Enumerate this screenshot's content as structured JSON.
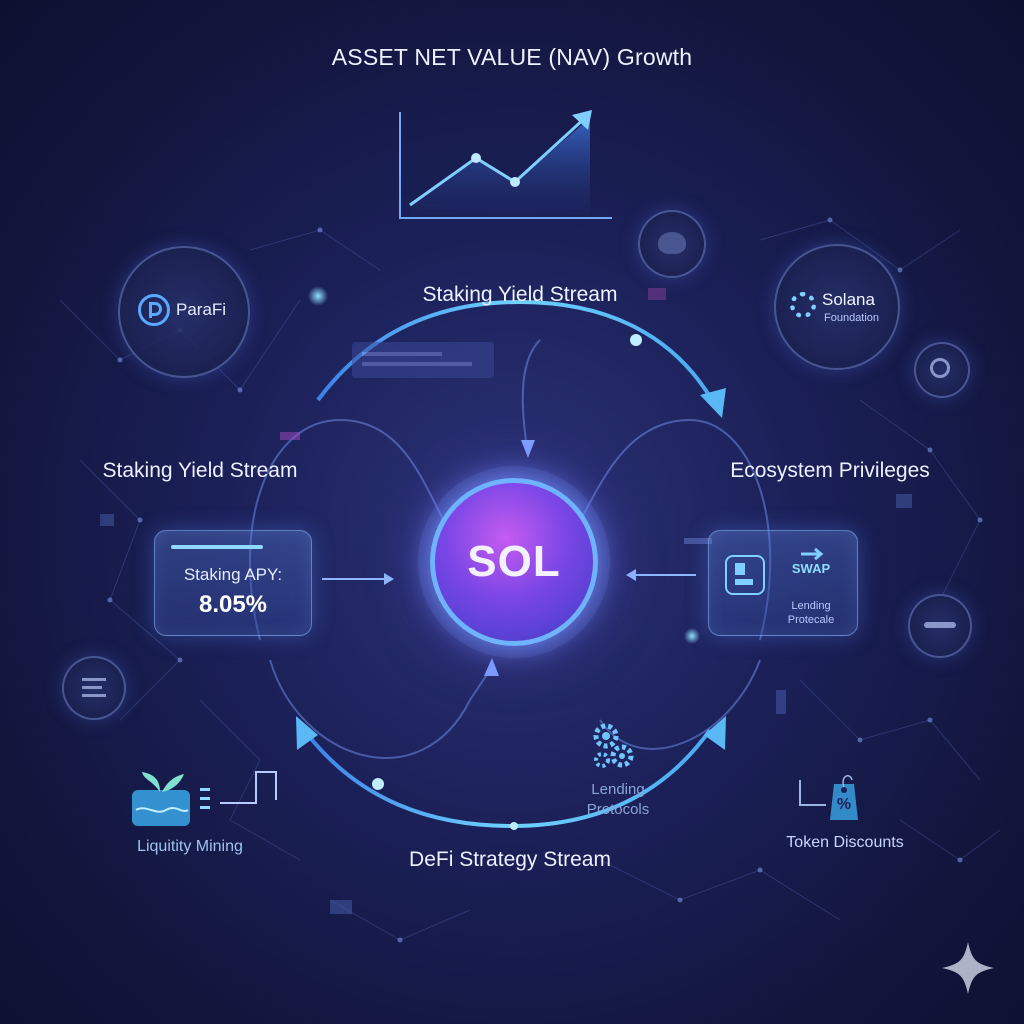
{
  "title": "ASSET NET VALUE (NAV) Growth",
  "streams": {
    "top_arc": "Staking Yield Stream",
    "left_label": "Staking Yield Stream",
    "right_label": "Ecosystem Privileges",
    "bottom_label": "DeFi Strategy Stream"
  },
  "center": {
    "token": "SOL"
  },
  "staking_card": {
    "label": "Staking APY:",
    "value": "8.05%"
  },
  "privileges_card": {
    "swap": "SWAP",
    "lending": "Lending Protecale"
  },
  "partners": {
    "parafi": "ParaFi",
    "solana": "Solana",
    "solana_sub": "Foundation"
  },
  "items": {
    "liquidity_mining": "Liquitity Mining",
    "lending_protocols": "Lending Protocols",
    "token_discounts": "Token Discounts",
    "discount_symbol": "%"
  },
  "colors": {
    "accent": "#4fc3f7",
    "sol_gradient_start": "#c65cf0",
    "sol_gradient_end": "#3d3cc4",
    "background": "#1b2058"
  }
}
